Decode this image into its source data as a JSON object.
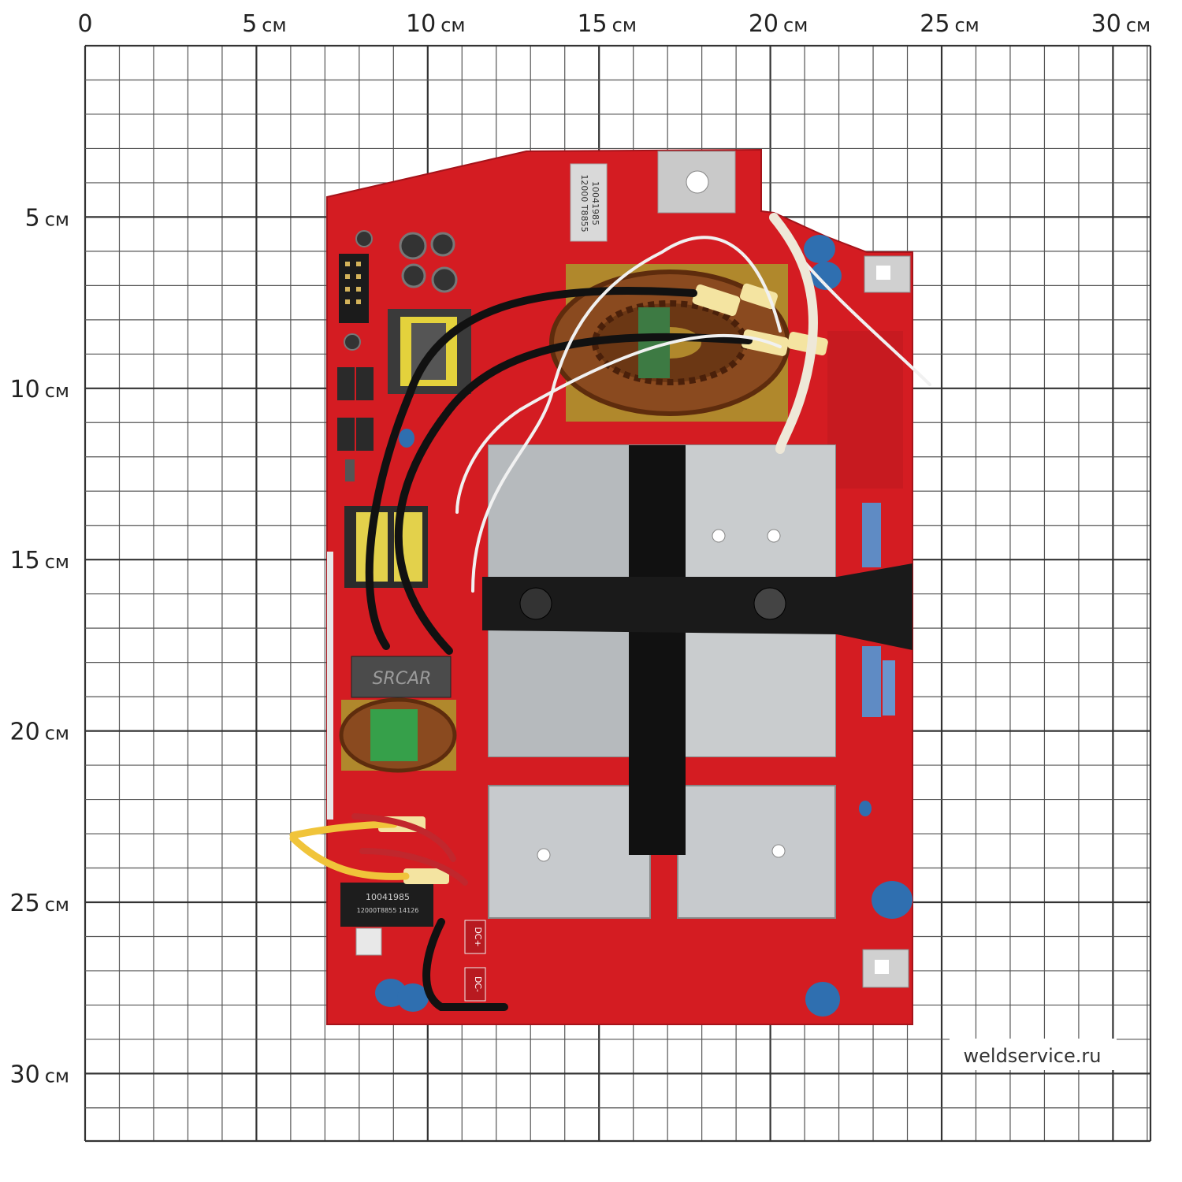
{
  "scale": {
    "unit": "см",
    "x_labels": [
      "0",
      "5",
      "10",
      "15",
      "20",
      "25",
      "30"
    ],
    "y_labels": [
      "5",
      "10",
      "15",
      "20",
      "25",
      "30"
    ]
  },
  "board": {
    "label_top_1": "10041985",
    "label_top_2": "12000 T8855",
    "label_mid_1": "10041985",
    "label_mid_2": "12000T8855 14126",
    "choke_brand": "SRCAR",
    "connector_1": "DC+",
    "connector_2": "DC-"
  },
  "watermark": "weldservice.ru"
}
